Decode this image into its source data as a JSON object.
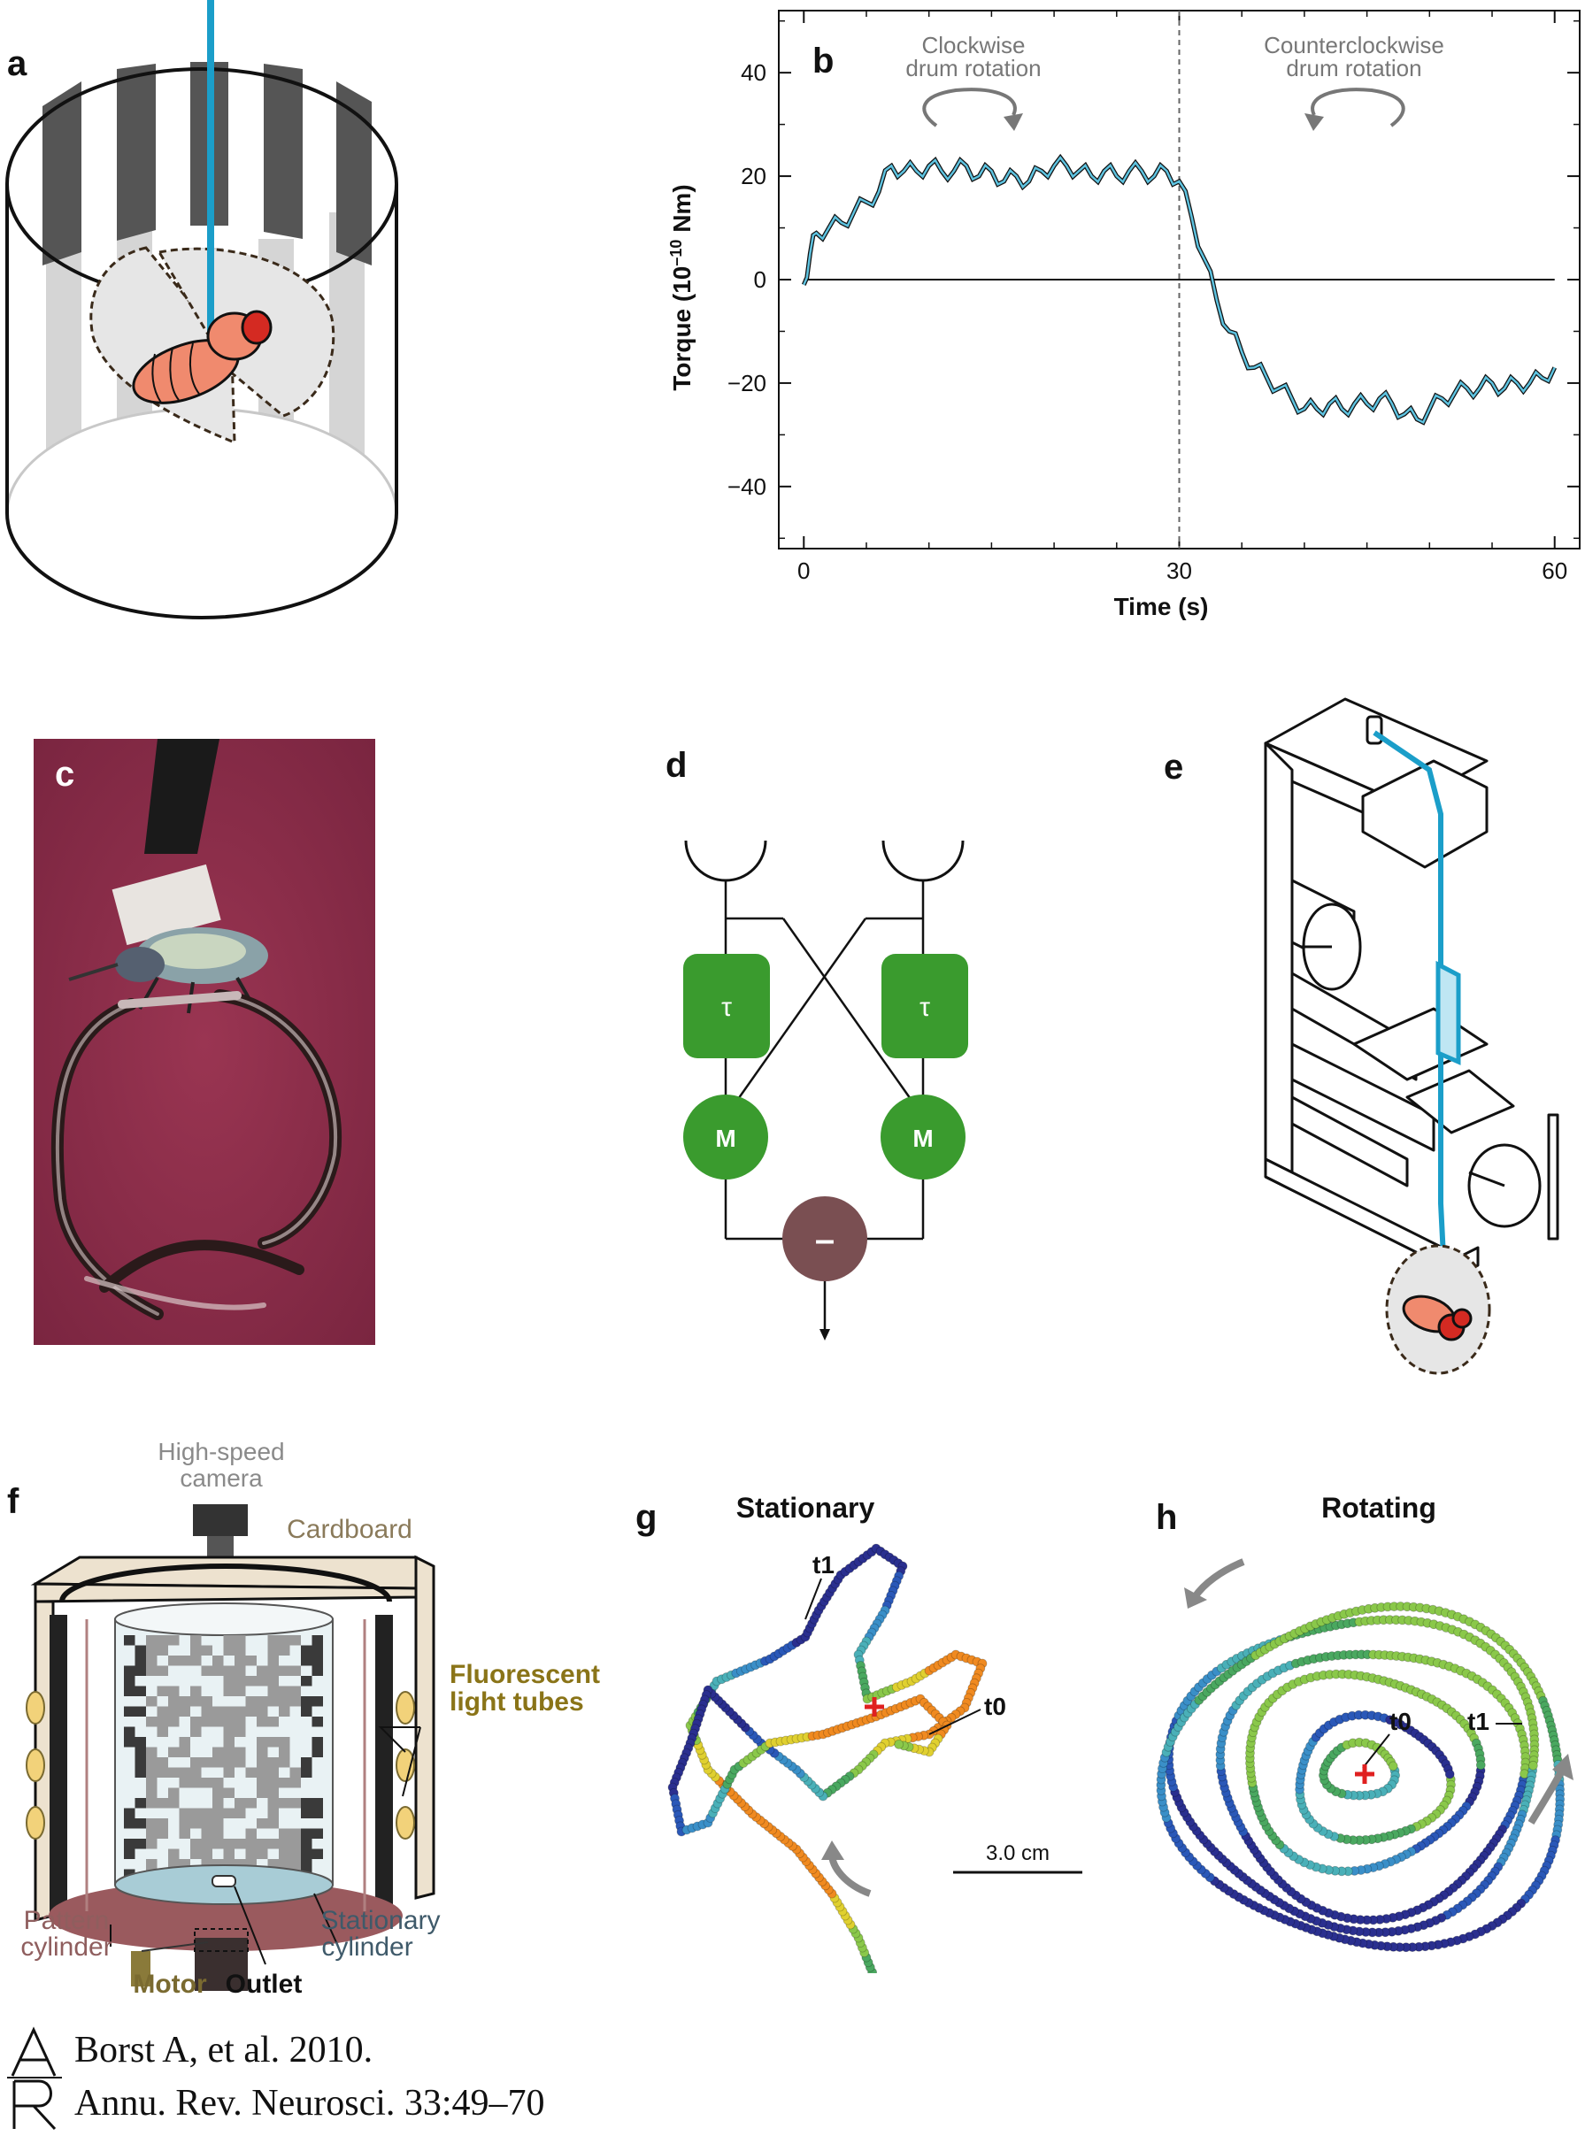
{
  "panels": {
    "a": "a",
    "b": "b",
    "c": "c",
    "d": "d",
    "e": "e",
    "f": "f",
    "g": "g",
    "h": "h"
  },
  "panel_b": {
    "annotation_left_line1": "Clockwise",
    "annotation_left_line2": "drum rotation",
    "annotation_right_line1": "Counterclockwise",
    "annotation_right_line2": "drum rotation",
    "ylabel_main": "Torque (10",
    "ylabel_sup": "–10",
    "ylabel_unit": " Nm)",
    "xlabel": "Time (s)",
    "yticks": [
      "40",
      "20",
      "0",
      "−20",
      "−40"
    ],
    "xticks": [
      "0",
      "30",
      "60"
    ]
  },
  "chart_data": {
    "type": "line",
    "title": "",
    "xlabel": "Time (s)",
    "ylabel": "Torque (10–10 Nm)",
    "xlim": [
      -2,
      62
    ],
    "ylim": [
      -52,
      52
    ],
    "reference_lines": [
      {
        "axis": "y",
        "value": 0,
        "style": "solid"
      },
      {
        "axis": "x",
        "value": 30,
        "style": "dashed"
      }
    ],
    "series": [
      {
        "x": [
          0,
          0.5,
          1,
          2,
          3,
          4,
          5,
          6,
          7,
          8,
          9,
          10,
          11,
          12,
          13,
          14,
          15,
          16,
          17,
          18,
          19,
          20,
          21,
          22,
          23,
          24,
          25,
          26,
          27,
          28,
          29,
          30,
          31,
          32,
          33,
          34,
          35,
          36,
          37,
          38,
          39,
          40,
          41,
          42,
          43,
          44,
          45,
          46,
          47,
          48,
          49,
          50,
          51,
          52,
          53,
          54,
          55,
          56,
          57,
          58,
          59,
          60
        ],
        "y": [
          -1,
          5,
          9,
          10,
          11,
          13,
          15,
          17,
          22,
          21,
          21,
          22,
          21,
          21,
          22,
          20,
          21,
          19,
          20,
          19,
          21,
          22,
          22,
          21,
          20,
          21,
          20,
          21,
          21,
          20,
          21,
          19,
          12,
          4,
          -4,
          -10,
          -14,
          -17,
          -19,
          -21,
          -23,
          -25,
          -25,
          -24,
          -25,
          -24,
          -24,
          -23,
          -24,
          -26,
          -27,
          -25,
          -23,
          -22,
          -21,
          -21,
          -20,
          -21,
          -20,
          -20,
          -19,
          -17
        ]
      }
    ]
  },
  "panel_d": {
    "tau_left": "τ",
    "tau_right": "τ",
    "m_left": "M",
    "m_right": "M",
    "minus": "–"
  },
  "panel_f": {
    "camera_line1": "High-speed",
    "camera_line2": "camera",
    "cardboard": "Cardboard",
    "fluorescent_line1": "Fluorescent",
    "fluorescent_line2": "light tubes",
    "pattern_line1": "Pattern",
    "pattern_line2": "cylinder",
    "motor": "Motor",
    "outlet": "Outlet",
    "stationary_line1": "Stationary",
    "stationary_line2": "cylinder",
    "colors": {
      "camera": "#8a8a8a",
      "cardboard": "#8a7a5a",
      "fluorescent": "#8a7418",
      "pattern": "#8f5e5e",
      "motor": "#7a6a30",
      "stationary": "#3f5a6a"
    }
  },
  "panel_g": {
    "title": "Stationary",
    "t1": "t1",
    "t0": "t0"
  },
  "panel_h": {
    "title": "Rotating",
    "t0": "t0",
    "t1": "t1"
  },
  "scale_bar": "3.0 cm",
  "citation": {
    "line1": "Borst A, et al. 2010.",
    "line2": "Annu. Rev. Neurosci. 33:49–70"
  },
  "colors": {
    "tether": "#1b9ec9",
    "green_box": "#3a9b2e",
    "subtractor": "#7a4f52",
    "photo_bg": "#8a2f48"
  }
}
